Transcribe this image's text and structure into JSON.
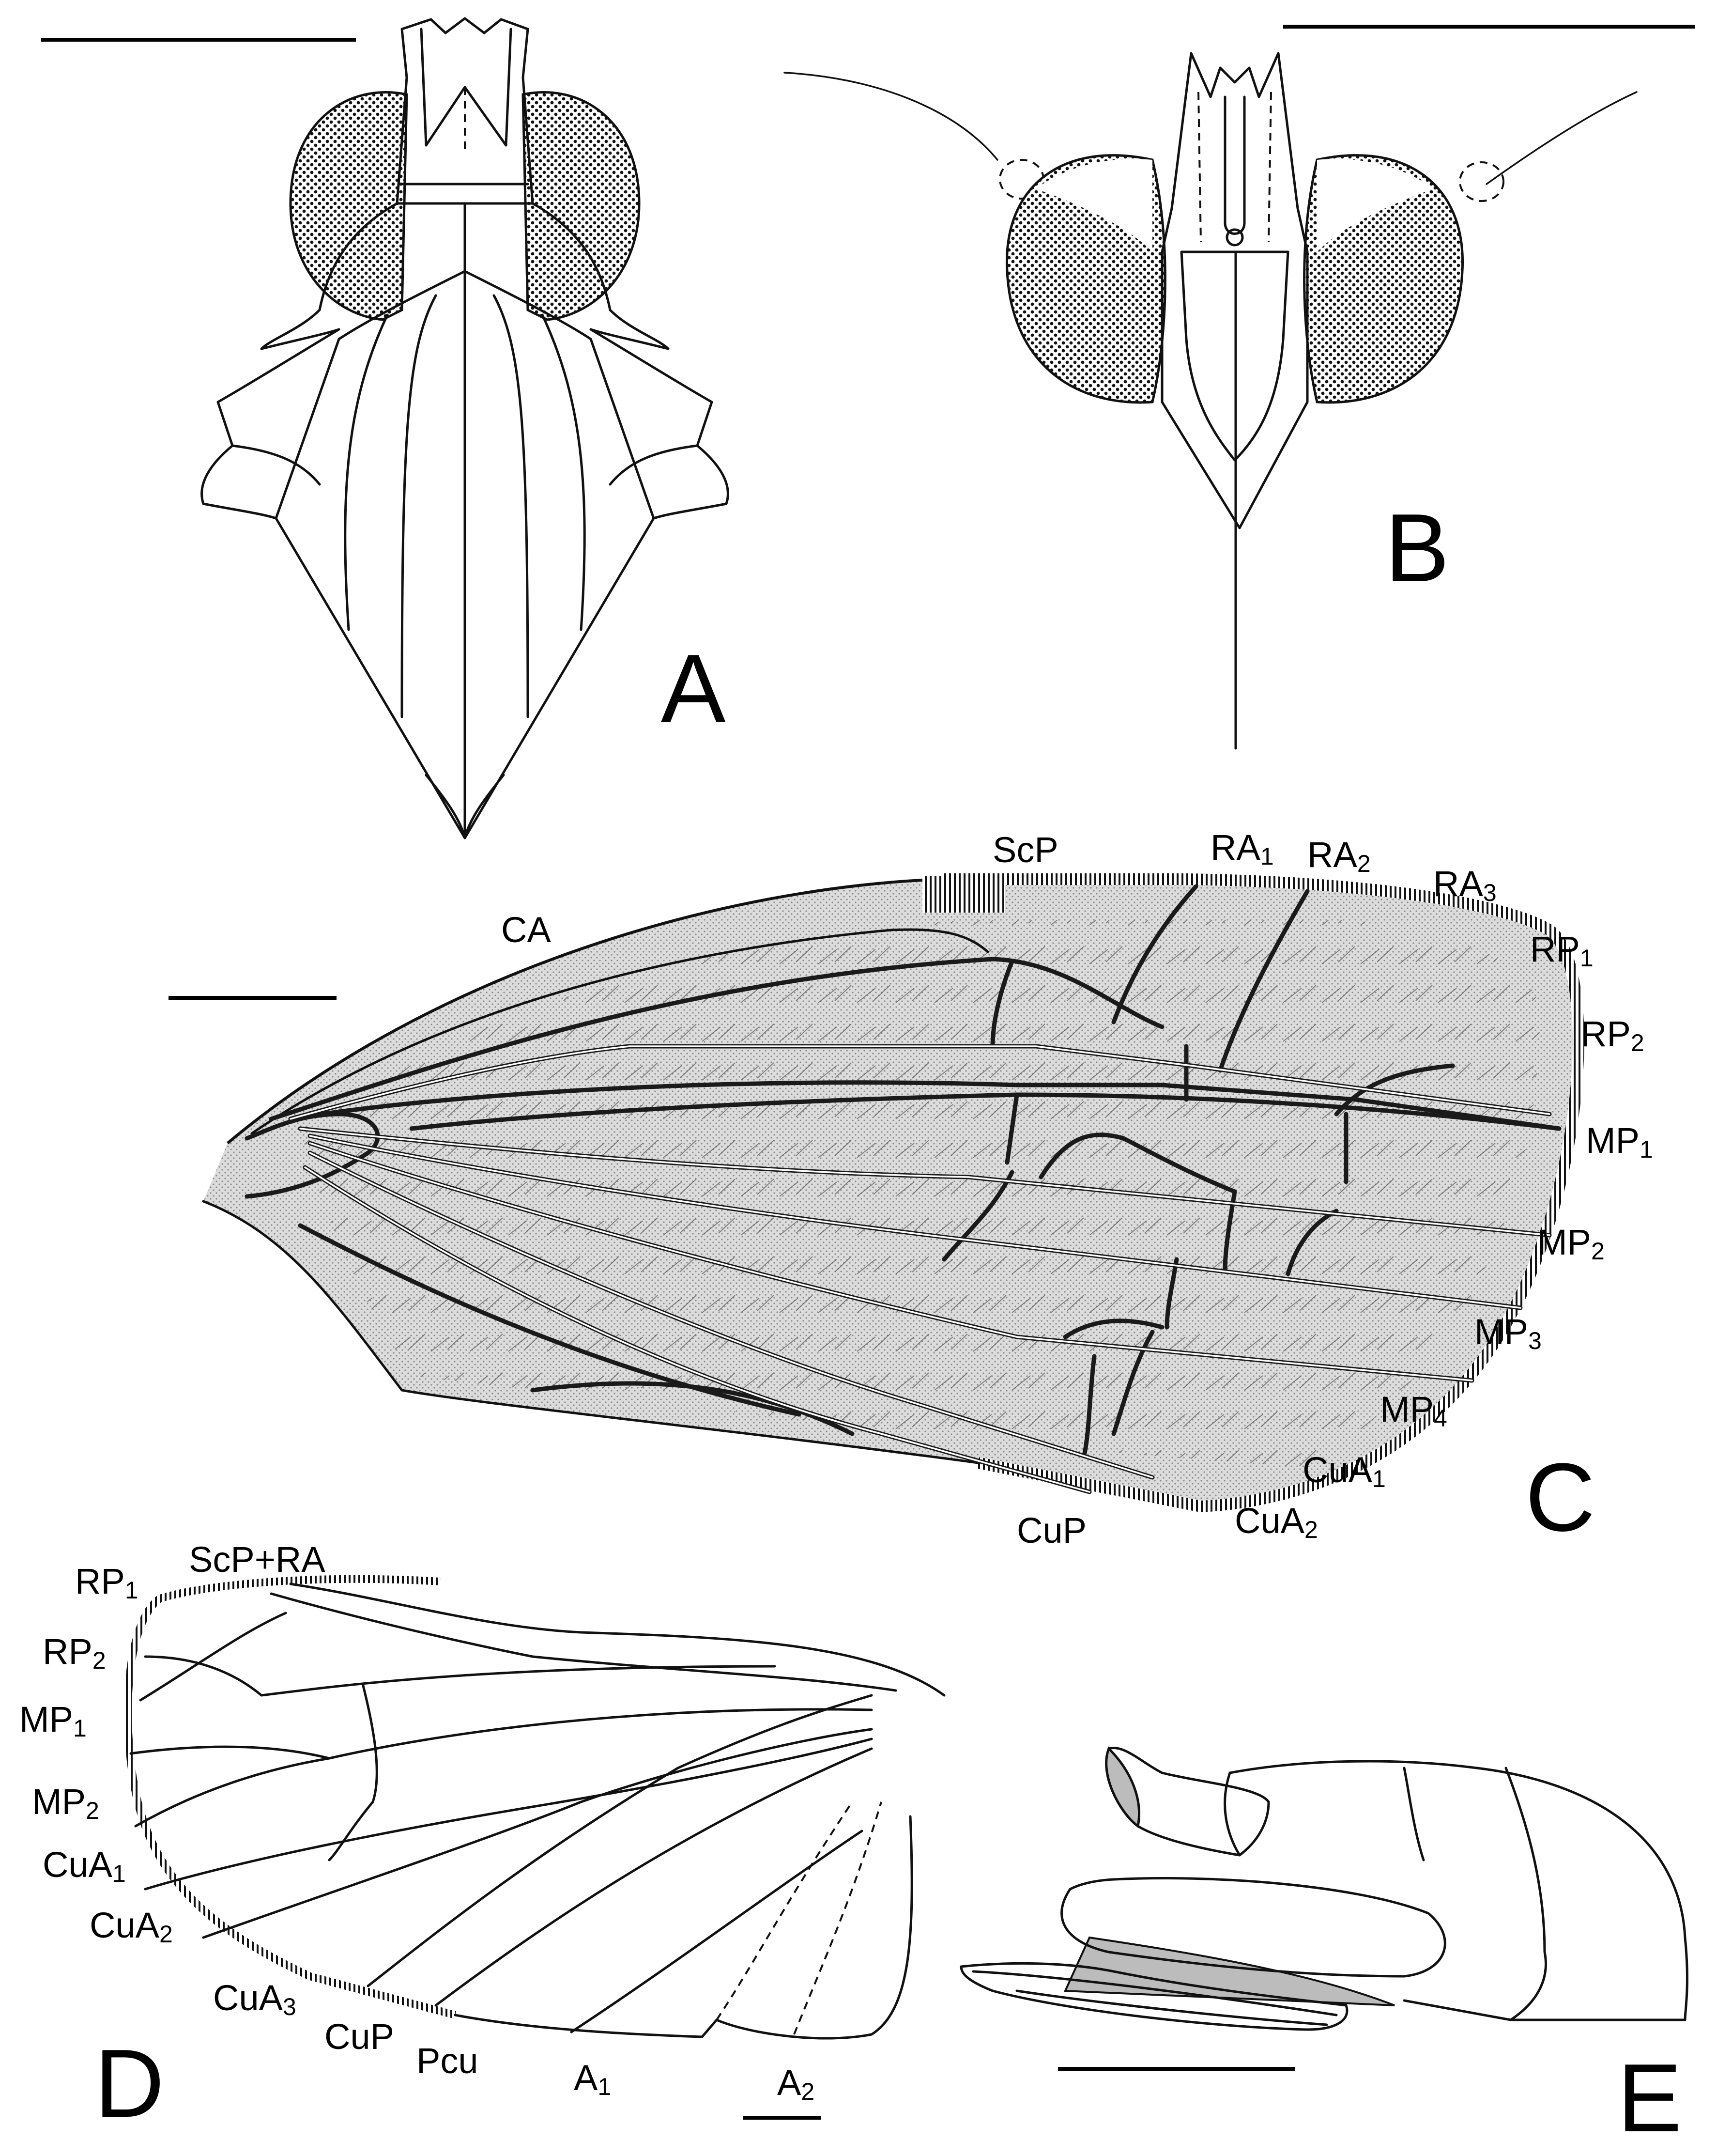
{
  "panels": {
    "a": "A",
    "b": "B",
    "c": "C",
    "d": "D",
    "e": "E"
  },
  "forewing_labels": [
    {
      "id": "scp",
      "main": "ScP",
      "sub": ""
    },
    {
      "id": "ra1",
      "main": "RA",
      "sub": "1"
    },
    {
      "id": "ra2",
      "main": "RA",
      "sub": "2"
    },
    {
      "id": "ra3",
      "main": "RA",
      "sub": "3"
    },
    {
      "id": "ca",
      "main": "CA",
      "sub": ""
    },
    {
      "id": "rp1",
      "main": "RP",
      "sub": "1"
    },
    {
      "id": "rp2",
      "main": "RP",
      "sub": "2"
    },
    {
      "id": "mp1",
      "main": "MP",
      "sub": "1"
    },
    {
      "id": "mp2",
      "main": "MP",
      "sub": "2"
    },
    {
      "id": "mp3",
      "main": "MP",
      "sub": "3"
    },
    {
      "id": "mp4",
      "main": "MP",
      "sub": "4"
    },
    {
      "id": "cua1",
      "main": "CuA",
      "sub": "1"
    },
    {
      "id": "cua2",
      "main": "CuA",
      "sub": "2"
    },
    {
      "id": "cup",
      "main": "CuP",
      "sub": ""
    }
  ],
  "hindwing_labels": [
    {
      "id": "rp1",
      "main": "RP",
      "sub": "1"
    },
    {
      "id": "scp-ra",
      "main": "ScP+RA",
      "sub": ""
    },
    {
      "id": "rp2",
      "main": "RP",
      "sub": "2"
    },
    {
      "id": "mp1",
      "main": "MP",
      "sub": "1"
    },
    {
      "id": "mp2",
      "main": "MP",
      "sub": "2"
    },
    {
      "id": "cua1",
      "main": "CuA",
      "sub": "1"
    },
    {
      "id": "cua2",
      "main": "CuA",
      "sub": "2"
    },
    {
      "id": "cua3",
      "main": "CuA",
      "sub": "3"
    },
    {
      "id": "cup",
      "main": "CuP",
      "sub": ""
    },
    {
      "id": "pcu",
      "main": "Pcu",
      "sub": ""
    },
    {
      "id": "a1",
      "main": "A",
      "sub": "1"
    },
    {
      "id": "a2",
      "main": "A",
      "sub": "2"
    }
  ]
}
